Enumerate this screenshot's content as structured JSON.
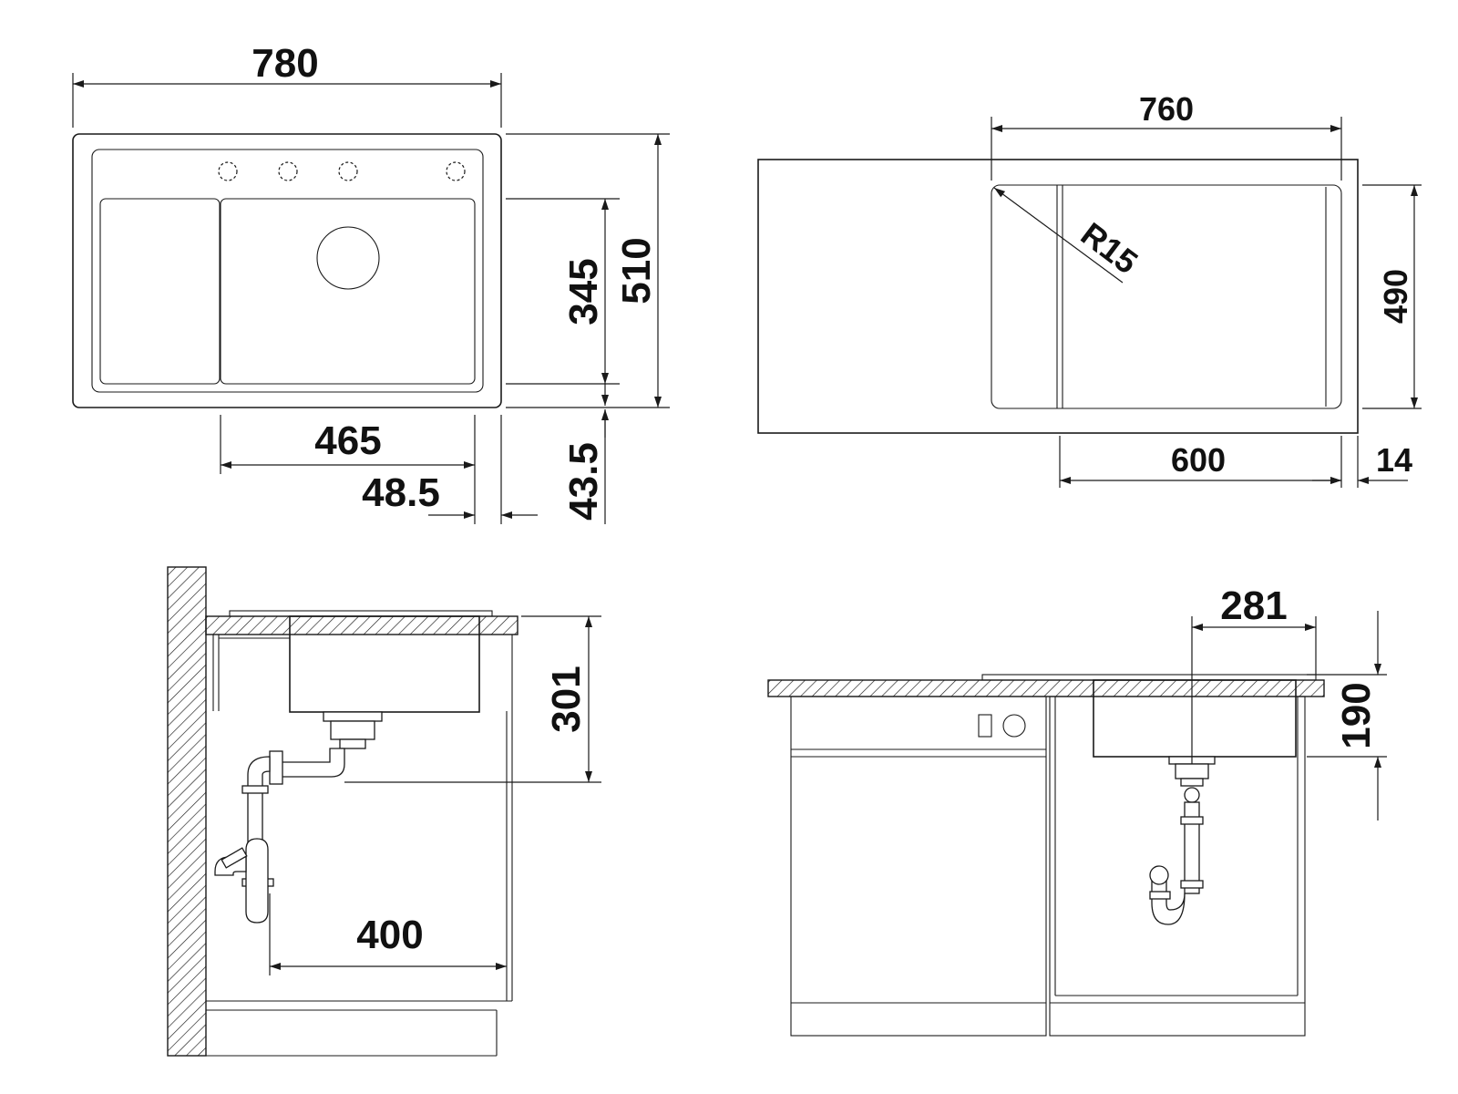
{
  "top_view": {
    "overall_width": "780",
    "overall_depth": "510",
    "bowl_depth": "345",
    "bowl_width": "465",
    "edge_offset": "48.5",
    "front_offset": "43.5"
  },
  "cutout_view": {
    "width": "760",
    "depth": "490",
    "corner_radius": "R15",
    "bowl_width": "600",
    "edge_offset": "14"
  },
  "side_view": {
    "bowl_height": "301",
    "drain_distance": "400"
  },
  "front_view": {
    "drain_offset": "281",
    "depth": "190"
  }
}
